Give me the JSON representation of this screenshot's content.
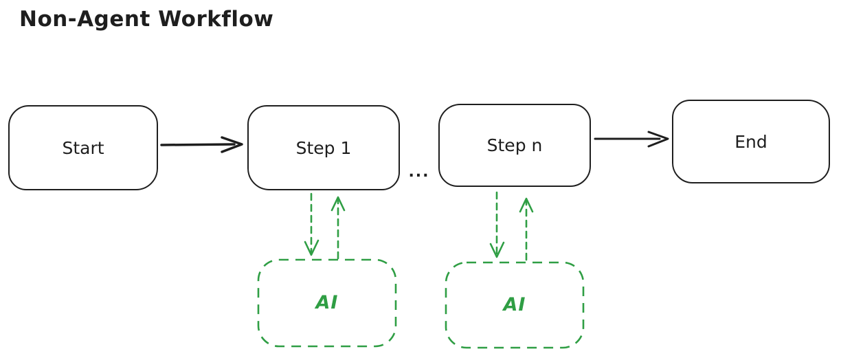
{
  "title": "Non-Agent Workflow",
  "diagram": {
    "type": "flowchart",
    "style": "hand-drawn",
    "nodes": [
      {
        "id": "start",
        "label": "Start",
        "shape": "rounded-rect",
        "border": "solid",
        "color": "#1e1e1e"
      },
      {
        "id": "step1",
        "label": "Step 1",
        "shape": "rounded-rect",
        "border": "solid",
        "color": "#1e1e1e"
      },
      {
        "id": "stepn",
        "label": "Step n",
        "shape": "rounded-rect",
        "border": "solid",
        "color": "#1e1e1e"
      },
      {
        "id": "end",
        "label": "End",
        "shape": "rounded-rect",
        "border": "solid",
        "color": "#1e1e1e"
      },
      {
        "id": "ai1",
        "label": "AI",
        "shape": "rounded-rect",
        "border": "dashed",
        "color": "#2f9e44"
      },
      {
        "id": "ai2",
        "label": "AI",
        "shape": "rounded-rect",
        "border": "dashed",
        "color": "#2f9e44"
      }
    ],
    "ellipsis": "...",
    "edges": [
      {
        "from": "start",
        "to": "step1",
        "style": "solid",
        "color": "#1e1e1e"
      },
      {
        "from": "stepn",
        "to": "end",
        "style": "solid",
        "color": "#1e1e1e"
      },
      {
        "from": "step1",
        "to": "ai1",
        "style": "dashed",
        "color": "#2f9e44"
      },
      {
        "from": "ai1",
        "to": "step1",
        "style": "dashed",
        "color": "#2f9e44"
      },
      {
        "from": "stepn",
        "to": "ai2",
        "style": "dashed",
        "color": "#2f9e44"
      },
      {
        "from": "ai2",
        "to": "stepn",
        "style": "dashed",
        "color": "#2f9e44"
      }
    ]
  },
  "colors": {
    "background": "#ffffff",
    "stroke": "#1e1e1e",
    "ai_accent": "#2f9e44"
  }
}
